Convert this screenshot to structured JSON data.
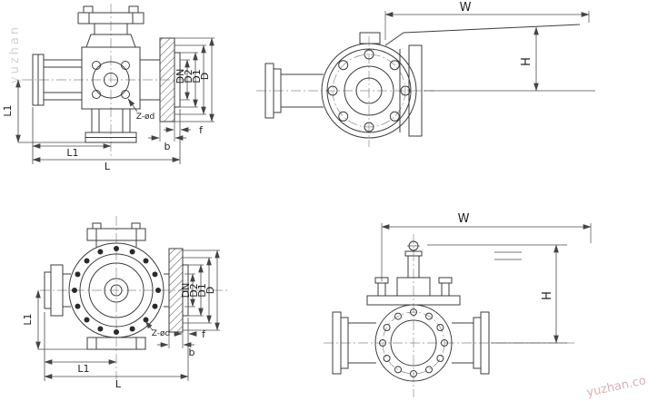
{
  "drawing": {
    "background": "#ffffff",
    "line_color": "#3c3c3c",
    "type": "three-way flanged ball valve dimensional drawing, four views"
  },
  "watermarks": {
    "top_left": "yuzhan",
    "bottom_right": "yuzhan.co"
  },
  "views": {
    "top_front": {
      "labels": {
        "L1_vertical": "L1",
        "L1_horizontal": "L1",
        "L": "L",
        "DN": "DN",
        "D2": "D2",
        "D1": "D1",
        "D": "D",
        "Z_od": "Z-ød",
        "f": "f",
        "b": "b"
      }
    },
    "top_side": {
      "labels": {
        "W": "W",
        "H": "H"
      }
    },
    "bottom_front": {
      "labels": {
        "L1_vertical": "L1",
        "L1_horizontal": "L1",
        "L": "L",
        "DN": "DN",
        "D2": "D2",
        "D1": "D1",
        "D": "D",
        "Z_od": "Z-ød",
        "f": "f",
        "b": "b"
      }
    },
    "bottom_side": {
      "labels": {
        "W": "W",
        "H": "H"
      }
    }
  }
}
